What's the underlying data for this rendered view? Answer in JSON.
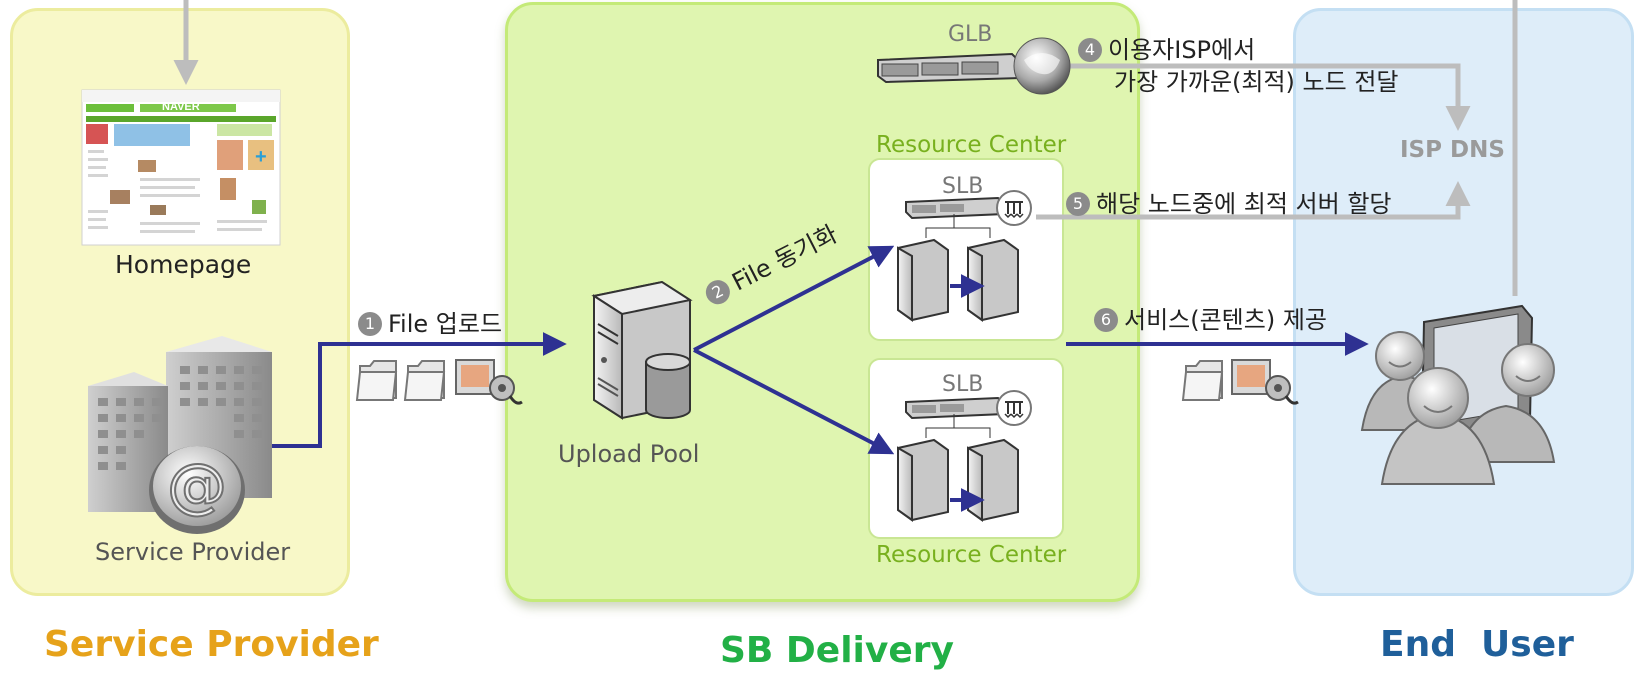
{
  "sections": {
    "service_provider": {
      "title": "Service Provider",
      "color": "#e6a21a"
    },
    "sb_delivery": {
      "title": "SB Delivery",
      "color": "#22b046"
    },
    "end_user": {
      "title": "End  User",
      "color": "#1f5f9a"
    }
  },
  "labels": {
    "homepage": "Homepage",
    "service_provider_building": "Service Provider",
    "upload_pool": "Upload  Pool",
    "glb": "GLB",
    "slb_top": "SLB",
    "slb_bottom": "SLB",
    "resource_center_top": "Resource Center",
    "resource_center_bottom": "Resource Center",
    "isp_dns": "ISP DNS",
    "naver_logo": "NAVER"
  },
  "steps": {
    "s1": {
      "num": "1",
      "text": "File 업로드"
    },
    "s2": {
      "num": "2",
      "text": "File 동기화"
    },
    "s4": {
      "num": "4",
      "line1": "이용자ISP에서",
      "line2": "가장 가까운(최적) 노드 전달"
    },
    "s5": {
      "num": "5",
      "text": "해당 노드중에 최적 서버 할당"
    },
    "s6": {
      "num": "6",
      "text": "서비스(콘텐츠) 제공"
    }
  },
  "colors": {
    "flow_arrow": "#2e3192",
    "gray_arrow": "#bdbdbd"
  }
}
